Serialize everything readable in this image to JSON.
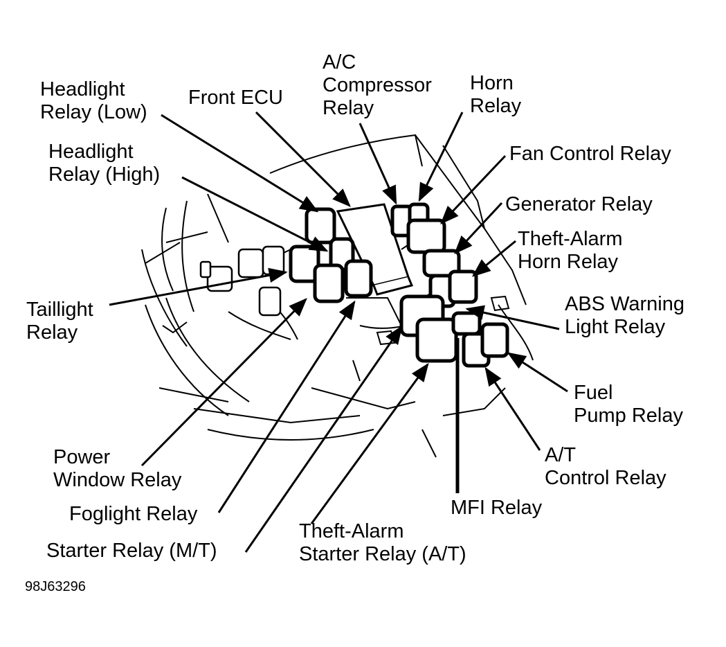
{
  "figure_code": "98J63296",
  "labels": {
    "headlight_low": [
      "Headlight",
      "Relay (Low)"
    ],
    "front_ecu": [
      "Front ECU"
    ],
    "ac_compressor": [
      "A/C",
      "Compressor",
      "Relay"
    ],
    "horn": [
      "Horn",
      "Relay"
    ],
    "headlight_high": [
      "Headlight",
      "Relay (High)"
    ],
    "fan_control": [
      "Fan Control Relay"
    ],
    "generator": [
      "Generator Relay"
    ],
    "theft_alarm_horn": [
      "Theft-Alarm",
      "Horn Relay"
    ],
    "taillight": [
      "Taillight",
      "Relay"
    ],
    "abs_warning": [
      "ABS Warning",
      "Light Relay"
    ],
    "fuel_pump": [
      "Fuel",
      "Pump Relay"
    ],
    "power_window": [
      "Power",
      "Window Relay"
    ],
    "at_control": [
      "A/T",
      "Control Relay"
    ],
    "foglight": [
      "Foglight Relay"
    ],
    "mfi": [
      "MFI Relay"
    ],
    "theft_alarm_starter": [
      "Theft-Alarm",
      "Starter Relay (A/T)"
    ],
    "starter_mt": [
      "Starter Relay (M/T)"
    ]
  }
}
